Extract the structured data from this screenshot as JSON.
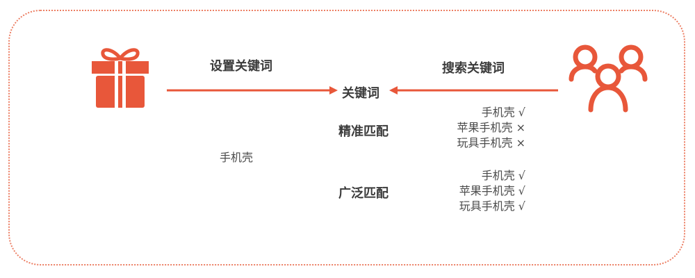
{
  "colors": {
    "accent": "#e8573a",
    "border": "#ec7e63",
    "text": "#3c3c3c"
  },
  "icons": {
    "left": "gift-icon",
    "right": "users-group-icon"
  },
  "labels": {
    "set_keyword": "设置关键词",
    "search_keyword": "搜索关键词",
    "keyword": "关键词",
    "exact_match": "精准匹配",
    "broad_match": "广泛匹配",
    "seller_keyword": "手机壳"
  },
  "exact_results": [
    {
      "text": "手机壳 √"
    },
    {
      "text": "苹果手机壳 ×"
    },
    {
      "text": "玩具手机壳 ×"
    }
  ],
  "broad_results": [
    {
      "text": "手机壳 √"
    },
    {
      "text": "苹果手机壳 √"
    },
    {
      "text": "玩具手机壳 √"
    }
  ]
}
